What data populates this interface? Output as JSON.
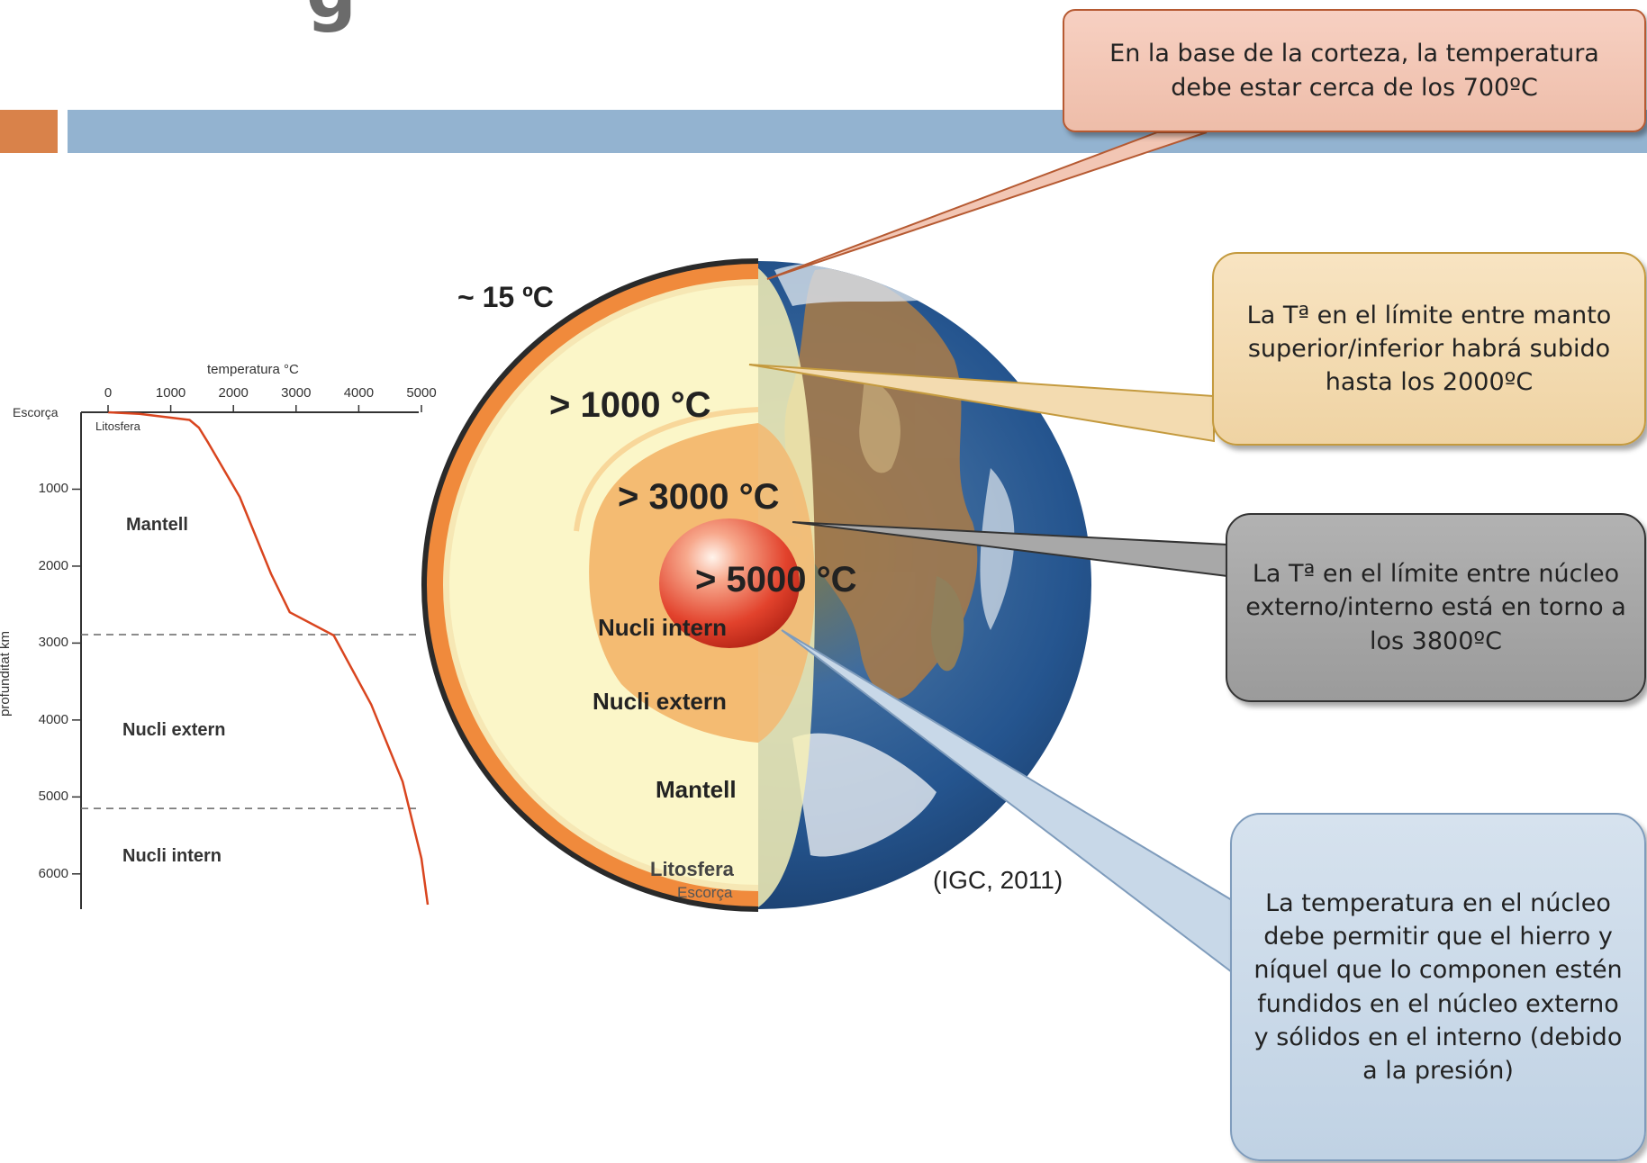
{
  "slide": {
    "title_fragment": "g"
  },
  "callouts": {
    "crust": "En la base de la corteza, la temperatura debe estar cerca de los 700ºC",
    "mantle": "La Tª en el límite entre manto superior/inferior habrá subido hasta los 2000ºC",
    "core_boundary": "La Tª en el límite entre núcleo externo/interno está en torno a los 3800ºC",
    "core": "La temperatura en el núcleo debe permitir que el hierro y níquel que lo componen estén fundidos en el núcleo externo y sólidos en el interno (debido a la presión)"
  },
  "globe": {
    "temp_surface": "~ 15 ºC",
    "temp_mantle": "> 1000 °C",
    "temp_outer_core": "> 3000 °C",
    "temp_inner_core": "> 5000 °C",
    "layer_inner_core": "Nucli intern",
    "layer_outer_core": "Nucli extern",
    "layer_mantle": "Mantell",
    "layer_lithosphere": "Litosfera",
    "layer_crust": "Escorça",
    "citation": "(IGC, 2011)"
  },
  "chart_data": {
    "type": "line",
    "xlabel": "temperatura °C",
    "ylabel": "profunditat km",
    "x_ticks": [
      "0",
      "1000",
      "2000",
      "3000",
      "4000",
      "5000"
    ],
    "y_ticks": [
      "1000",
      "2000",
      "3000",
      "4000",
      "5000",
      "6000"
    ],
    "xlim": [
      0,
      5000
    ],
    "ylim": [
      0,
      6400
    ],
    "y_inverted": true,
    "region_labels": [
      "Escorça",
      "Litosfera",
      "Mantell",
      "Nucli extern",
      "Nucli intern"
    ],
    "boundaries_km": [
      2890,
      5150
    ],
    "series": [
      {
        "x": [
          0,
          500,
          1300,
          1450,
          1600,
          2100,
          2600,
          2900,
          3600,
          4200,
          4700,
          5000,
          5100
        ],
        "y": [
          0,
          20,
          100,
          200,
          400,
          1100,
          2100,
          2600,
          2900,
          3800,
          4800,
          5800,
          6400
        ]
      }
    ],
    "color": "#d9451f",
    "grid": false
  }
}
